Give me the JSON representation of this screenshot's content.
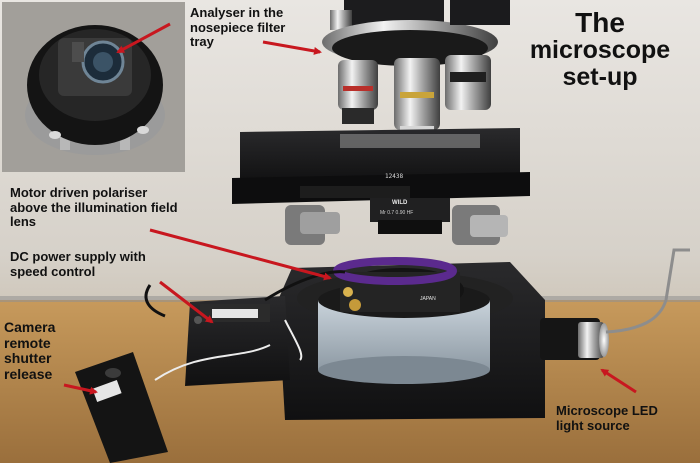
{
  "title": {
    "line1": "The",
    "line2": "microscope",
    "line3": "set-up"
  },
  "labels": {
    "analyser": "Analyser in the\nnosepiece filter\ntray",
    "polariser": "Motor driven polariser\nabove the illumination field\nlens",
    "power": "DC power supply with\nspeed control",
    "camera": "Camera\nremote\nshutter\nrelease",
    "led": "Microscope LED\nlight source"
  },
  "device_markings": {
    "stage_number": "12438",
    "brand": "WILD",
    "objective_spec": "Mr 0.7 0.90 HF",
    "polariser_mark": "JAPAN"
  },
  "colors": {
    "arrow": "#c8171f",
    "background": "#cfcac2",
    "microscope_body": "#1b1b1d",
    "polariser_band": "#5b2a8e"
  }
}
